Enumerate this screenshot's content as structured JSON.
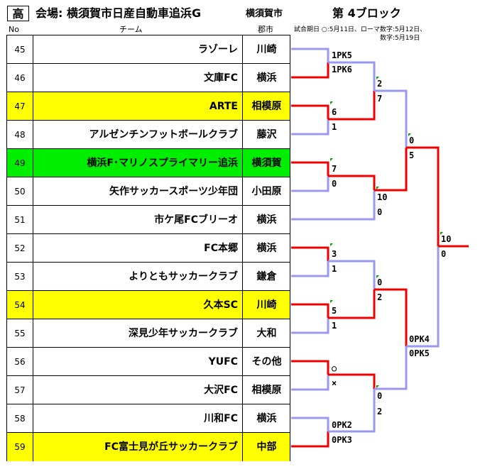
{
  "header": {
    "badge": "高",
    "title": "会場: 横須賀市日産自動車追浜G",
    "city": "横須賀市",
    "block": "第  4ブロック"
  },
  "columns": {
    "no": "No",
    "team": "チーム",
    "city": "郡市"
  },
  "legend": {
    "line1": "試合期日  ○:5月11日、ローマ数字:5月12日、",
    "line2": "数字:5月19日"
  },
  "rows": [
    {
      "no": "45",
      "team": "ラゾーレ",
      "city": "川崎",
      "bg": "white"
    },
    {
      "no": "46",
      "team": "文庫FC",
      "city": "横浜",
      "bg": "white"
    },
    {
      "no": "47",
      "team": "ARTE",
      "city": "相模原",
      "bg": "yellow"
    },
    {
      "no": "48",
      "team": "アルゼンチンフットボールクラブ",
      "city": "藤沢",
      "bg": "white"
    },
    {
      "no": "49",
      "team": "横浜F･マリノスプライマリー追浜",
      "city": "横須賀",
      "bg": "green"
    },
    {
      "no": "50",
      "team": "矢作サッカースポーツ少年団",
      "city": "小田原",
      "bg": "white"
    },
    {
      "no": "51",
      "team": "市ケ尾FCブリーオ",
      "city": "横浜",
      "bg": "white"
    },
    {
      "no": "52",
      "team": "FC本郷",
      "city": "横浜",
      "bg": "white"
    },
    {
      "no": "53",
      "team": "よりともサッカークラブ",
      "city": "鎌倉",
      "bg": "white"
    },
    {
      "no": "54",
      "team": "久本SC",
      "city": "川崎",
      "bg": "yellow"
    },
    {
      "no": "55",
      "team": "深見少年サッカークラブ",
      "city": "大和",
      "bg": "white"
    },
    {
      "no": "56",
      "team": "YUFC",
      "city": "その他",
      "bg": "white"
    },
    {
      "no": "57",
      "team": "大沢FC",
      "city": "相模原",
      "bg": "white"
    },
    {
      "no": "58",
      "team": "川和FC",
      "city": "横浜",
      "bg": "white"
    },
    {
      "no": "59",
      "team": "FC富士見が丘サッカークラブ",
      "city": "中部",
      "bg": "yellow"
    }
  ],
  "scores": {
    "m1_top": "1PK5",
    "m1_bot": "1PK6",
    "m2_top": "6",
    "m2_bot": "1",
    "m3_top": "7",
    "m3_bot": "0",
    "m4_top": "3",
    "m4_bot": "1",
    "m5_top": "5",
    "m5_bot": "1",
    "m6_top": "○",
    "m6_bot": "×",
    "m7_top": "0PK2",
    "m7_bot": "0PK3",
    "r2a_top": "2",
    "r2a_bot": "7",
    "r2b_top": "10",
    "r2b_bot": "0",
    "r2c_top": "0",
    "r2c_bot": "2",
    "r2d_top": "0",
    "r2d_bot": "2",
    "r3a_top": "0",
    "r3a_bot": "5",
    "r3b_top": "0PK4",
    "r3b_bot": "0PK5",
    "final_top": "10",
    "final_bot": "0"
  },
  "colors": {
    "winner": "#ee0000",
    "loser": "#9999ee",
    "yellow": "#ffff00",
    "green": "#00ee00"
  }
}
